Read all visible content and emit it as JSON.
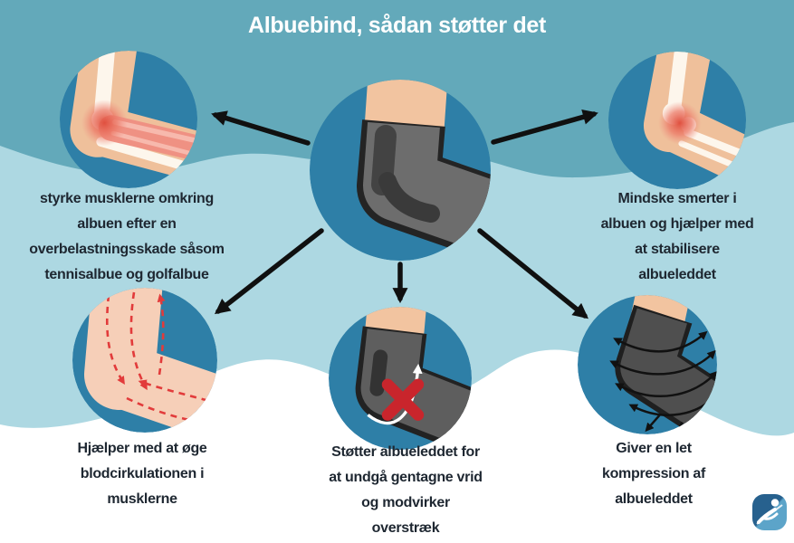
{
  "title": "Albuebind, sådan støtter det",
  "center": {
    "icon": "elbow-brace-illustration"
  },
  "nodes": {
    "top_left": {
      "icon": "elbow-muscles-pain-illustration",
      "lines": [
        "styrke musklerne omkring",
        "albuen efter en",
        "overbelastningsskade såsom",
        "tennisalbue og golfalbue"
      ]
    },
    "top_right": {
      "icon": "elbow-bones-pain-illustration",
      "lines": [
        "Mindske smerter i",
        "albuen og hjælper med",
        "at stabilisere",
        "albueleddet"
      ]
    },
    "bottom_left": {
      "icon": "blood-circulation-arm-illustration",
      "lines": [
        "Hjælper med at øge",
        "blodcirkulationen i",
        "musklerne"
      ]
    },
    "bottom_center": {
      "icon": "brace-twist-prevention-illustration",
      "lines": [
        "Støtter albueleddet for",
        "at undgå gentagne vrid",
        "og modvirker",
        "overstræk"
      ]
    },
    "bottom_right": {
      "icon": "brace-compression-illustration",
      "lines": [
        "Giver en let",
        "kompression af",
        "albueleddet"
      ]
    }
  },
  "logo": {
    "icon": "runner-squircle-logo"
  },
  "colors": {
    "teal_band": "#63a9ba",
    "light_blue_band": "#add8e2",
    "circle_blue": "#2e7fa7",
    "white": "#ffffff",
    "text": "#1e2731",
    "arrow_black": "#101010",
    "skin": "#f2c4a0",
    "skin_light": "#f6cfb8",
    "brace_gray": "#6d6d6d",
    "brace_dark": "#242424",
    "bone": "#fdf6ec",
    "muscle_pink": "#ef9183",
    "pain_red": "#e0503f",
    "circulation_red": "#e23b3b",
    "x_red": "#c9252c",
    "logo_dark_blue": "#27618e",
    "logo_light_blue": "#5ca4c9"
  }
}
